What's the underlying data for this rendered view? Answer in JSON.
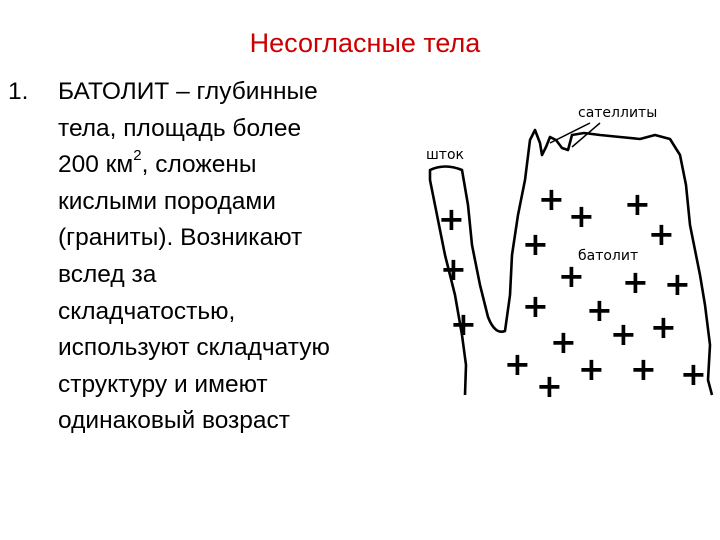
{
  "slide": {
    "title": "Несогласные тела",
    "list": {
      "number": "1.",
      "term": "БАТОЛИТ",
      "lines": [
        " – глубинные",
        "тела, площадь более",
        "200 км",
        "кислыми породами",
        "(граниты). Возникают",
        "вслед за",
        "складчатостью,",
        "используют складчатую",
        "структуру и имеют",
        "одинаковый возраст"
      ],
      "superscript": "2",
      "line3_suffix": ", сложены"
    }
  },
  "diagram": {
    "labels": {
      "satellites": "сателлиты",
      "stock": "шток",
      "batholith": "батолит"
    },
    "plus_symbol": "+"
  }
}
